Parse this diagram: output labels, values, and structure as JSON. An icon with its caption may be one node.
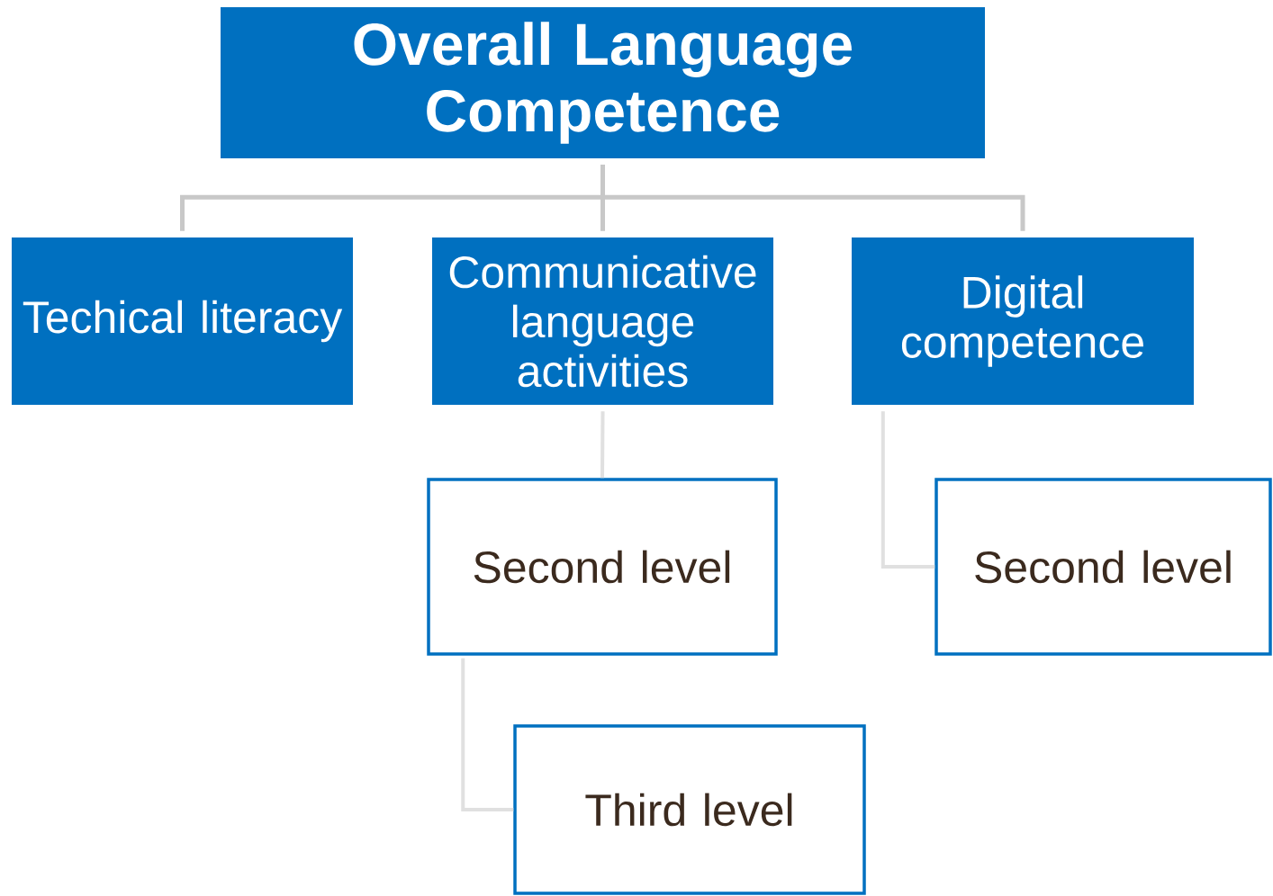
{
  "diagram": {
    "nodes": [
      {
        "text": [
          "Overall Language Competence"
        ]
      },
      {
        "text": [
          "Techical literacy"
        ]
      },
      {
        "text": [
          "Communicative language activities"
        ]
      },
      {
        "text": [
          "Digital competence"
        ]
      },
      {
        "text": [
          "Second level"
        ]
      },
      {
        "text": [
          "Second level"
        ]
      },
      {
        "text": [
          "Third level"
        ]
      }
    ],
    "edges": [
      {
        "from": 0,
        "to": 1,
        "arrow": "none"
      },
      {
        "from": 0,
        "to": 2,
        "arrow": "none"
      },
      {
        "from": 0,
        "to": 3,
        "arrow": "none"
      },
      {
        "from": 2,
        "to": 4,
        "arrow": "none",
        "color": "#e0e0e0"
      },
      {
        "from": 3,
        "to": 5,
        "arrow": "none",
        "color": "#e0e0e0"
      },
      {
        "from": 4,
        "to": 6,
        "arrow": "none",
        "color": "#e0e0e0"
      }
    ]
  }
}
